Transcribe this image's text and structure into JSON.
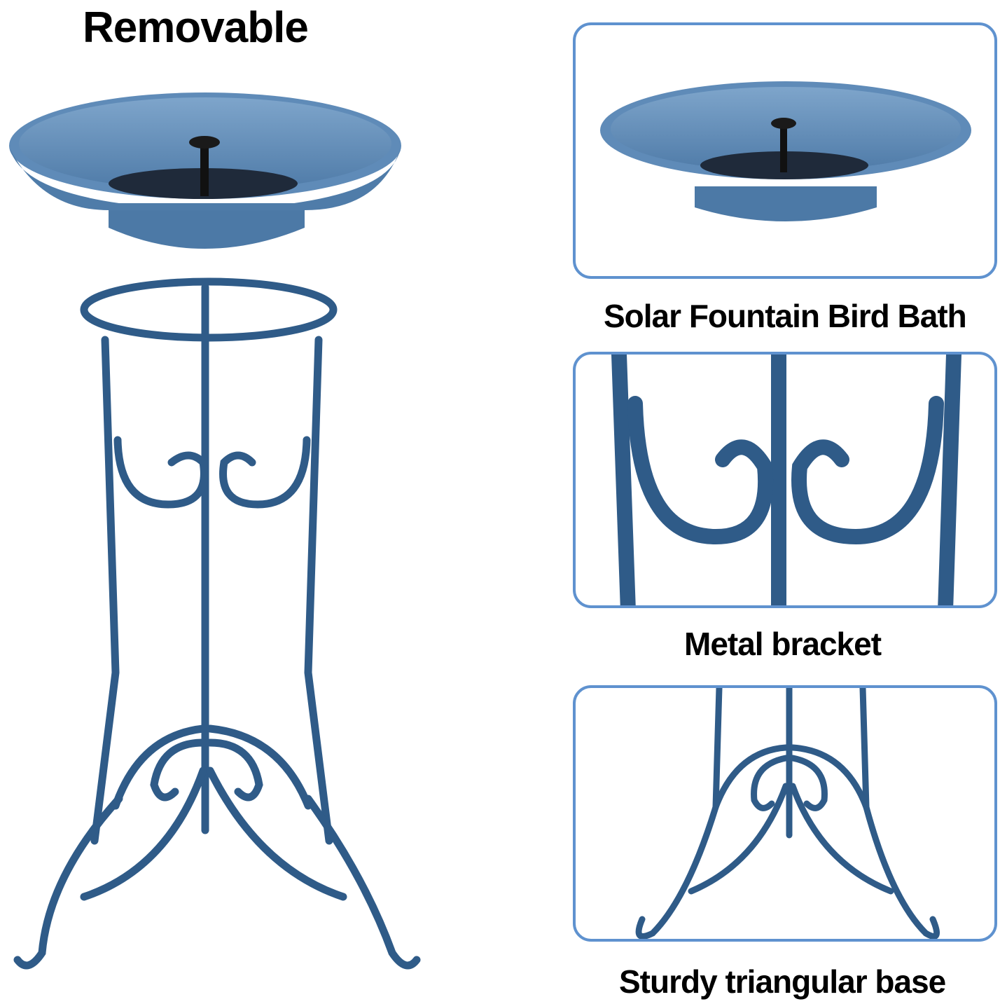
{
  "main": {
    "headline": "Removable",
    "product_illustration": "bird-bath-with-stand"
  },
  "features": [
    {
      "caption": "Solar Fountain Bird Bath",
      "illustration": "bird-bath-bowl-with-solar-fountain"
    },
    {
      "caption": "Metal bracket",
      "illustration": "scroll-metal-bracket-closeup"
    },
    {
      "caption": "Sturdy triangular base",
      "illustration": "triangular-scroll-base-closeup"
    }
  ],
  "colors": {
    "card_border": "#5f92cf",
    "metal_blue": "#2e5a86",
    "bowl_blue": "#5a86b3",
    "text": "#000000",
    "background": "#ffffff"
  }
}
